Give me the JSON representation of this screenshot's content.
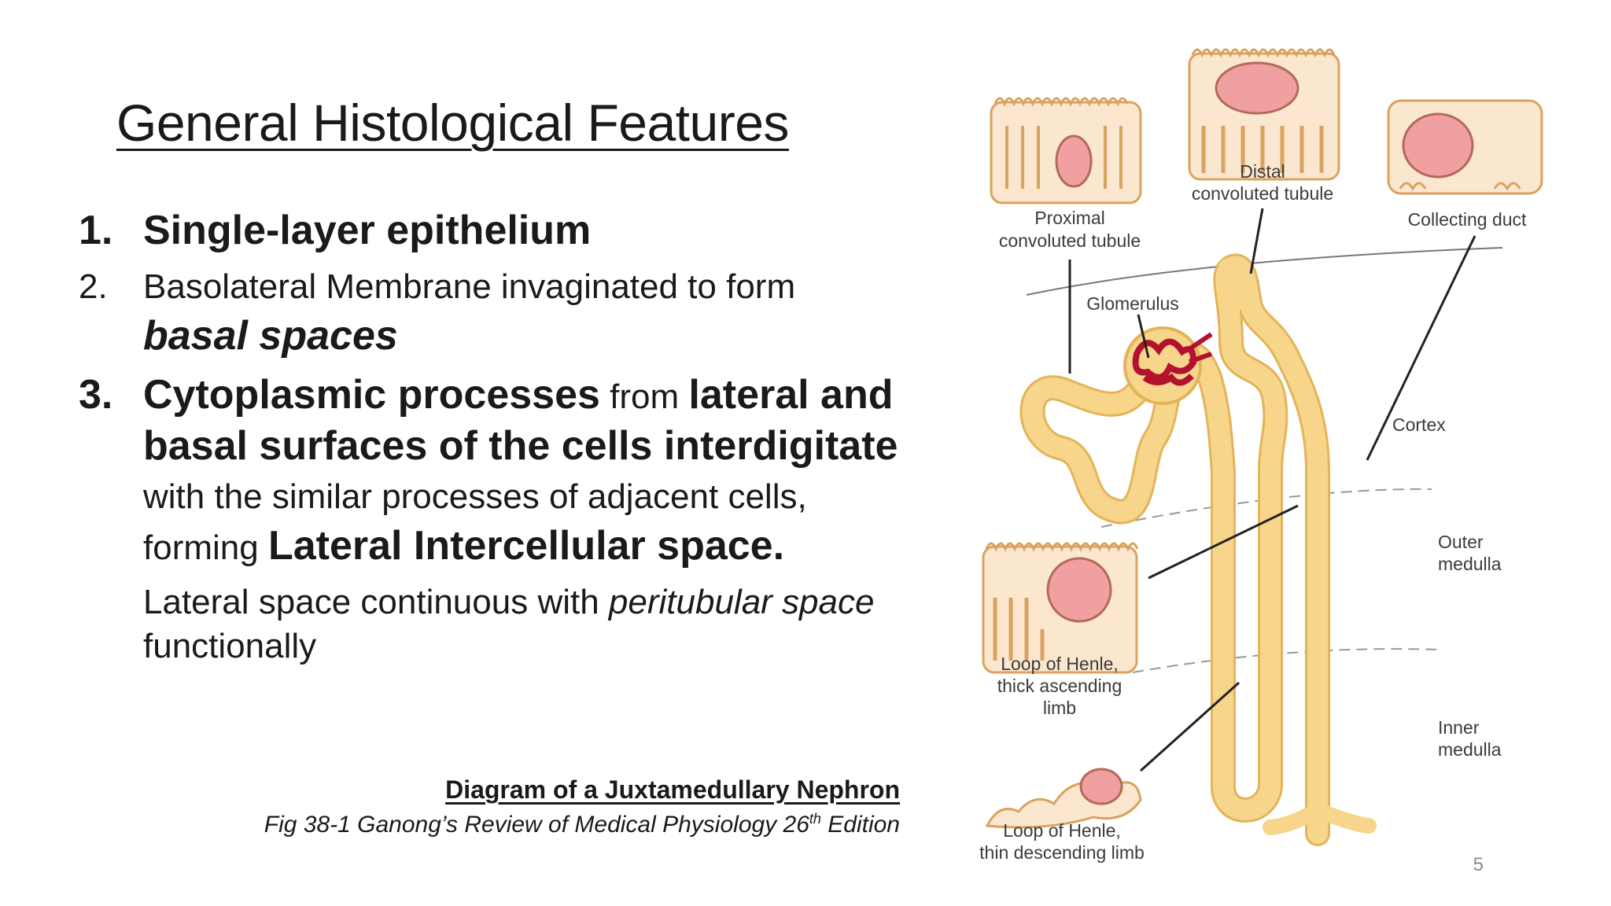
{
  "slide": {
    "title": "General Histological Features",
    "items": [
      {
        "num": "1.",
        "text": "Single-layer epithelium"
      },
      {
        "num": "2.",
        "line1": "Basolateral Membrane invaginated to form",
        "em": "basal spaces"
      },
      {
        "num": "3.",
        "a": "Cytoplasmic processes",
        "b": " from ",
        "c": "lateral and basal surfaces of the cells interdigitate",
        "d": "with the similar processes of adjacent cells,",
        "e": "forming ",
        "f": "Lateral Intercellular space.",
        "g": "Lateral space continuous with ",
        "h": "peritubular space",
        "i": "functionally"
      }
    ],
    "caption_title": "Diagram of a Juxtamedullary Nephron",
    "caption_source": "Fig 38-1 Ganong’s Review of Medical Physiology 26",
    "caption_sup": "th",
    "caption_edition": " Edition",
    "page_number": "5"
  },
  "diagram": {
    "labels": {
      "pct1": "Proximal",
      "pct2": "convoluted tubule",
      "dct1": "Distal",
      "dct2": "convoluted tubule",
      "cd": "Collecting duct",
      "glom": "Glomerulus",
      "cortex": "Cortex",
      "om1": "Outer",
      "om2": "medulla",
      "im1": "Inner",
      "im2": "medulla",
      "thick1": "Loop of Henle,",
      "thick2": "thick ascending",
      "thick3": "limb",
      "thin1": "Loop of Henle,",
      "thin2": "thin descending limb"
    },
    "colors": {
      "tubule": "#f7d58a",
      "tubule_edge": "#e3b45a",
      "cell": "#fbe7cf",
      "nucleus": "#f0a0a0",
      "glomerulus": "#b3122f"
    }
  }
}
